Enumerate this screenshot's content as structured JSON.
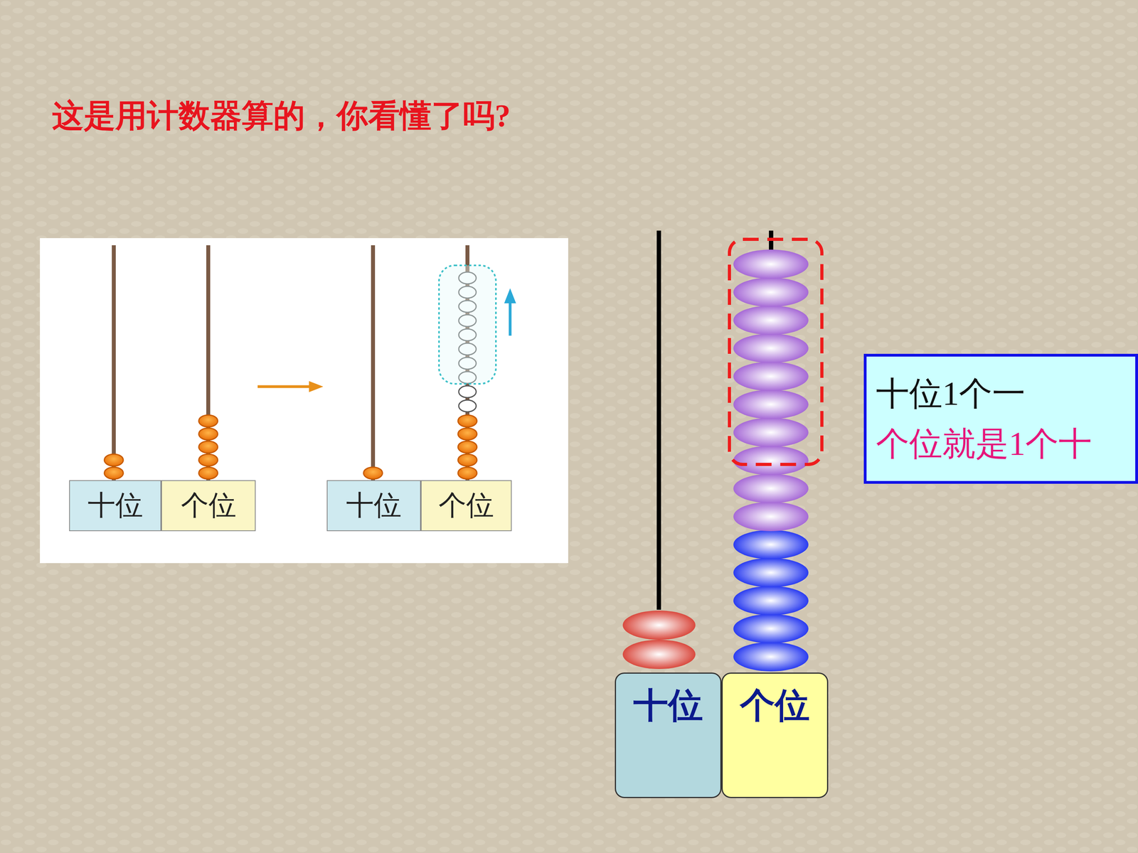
{
  "diagram": {
    "title": "这是用计数器算的，你看懂了吗?",
    "nodes": [
      {
        "text": [
          "十位"
        ]
      },
      {
        "text": [
          "个位"
        ]
      },
      {
        "text": [
          "十位"
        ]
      },
      {
        "text": [
          "个位"
        ]
      },
      {
        "text": [
          "十位"
        ]
      },
      {
        "text": [
          "个位"
        ]
      },
      {
        "text": [
          "十位1个一",
          "个位就是1个十"
        ]
      }
    ]
  }
}
